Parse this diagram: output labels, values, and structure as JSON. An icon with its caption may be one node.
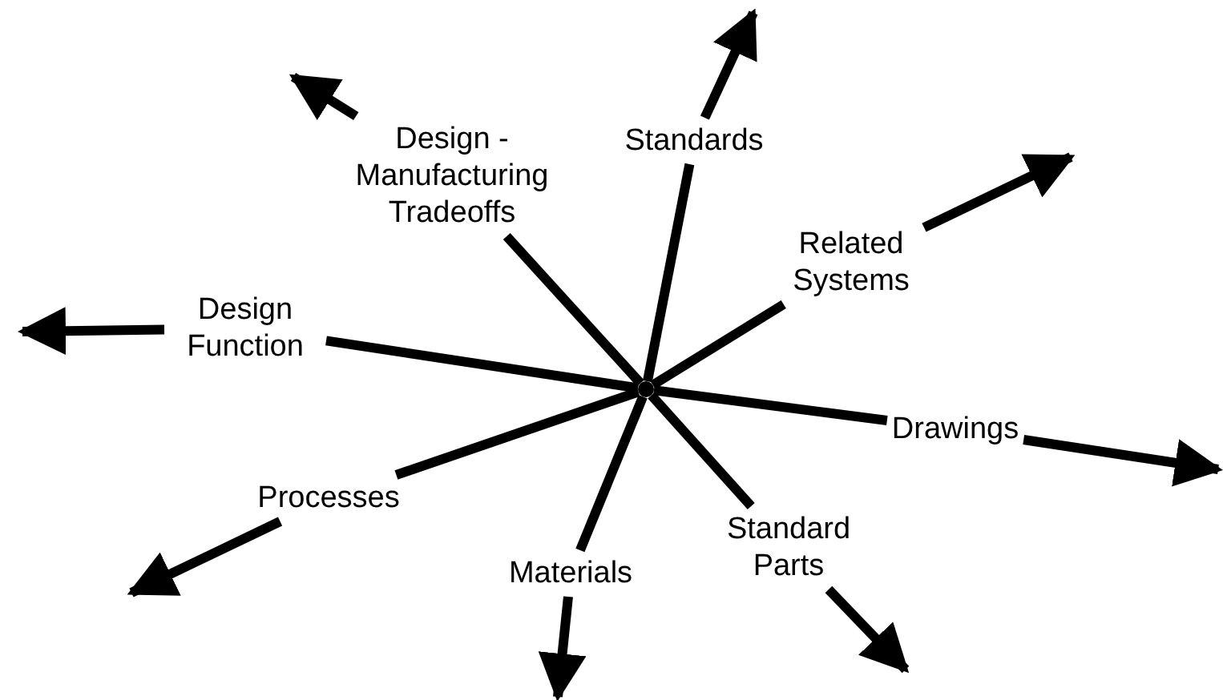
{
  "diagram": {
    "nodes": [
      {
        "text": [],
        "shape": "point"
      },
      {
        "text": [
          "Design - Manufacturing Tradeoffs"
        ]
      },
      {
        "text": [
          "Standards"
        ]
      },
      {
        "text": [
          "Related Systems"
        ]
      },
      {
        "text": [
          "Design Function"
        ]
      },
      {
        "text": [
          "Drawings"
        ]
      },
      {
        "text": [
          "Processes"
        ]
      },
      {
        "text": [
          "Materials"
        ]
      },
      {
        "text": [
          "Standard Parts"
        ]
      }
    ],
    "edges": [
      {
        "from": 0,
        "to": 1,
        "arrow": "none"
      },
      {
        "from": 1,
        "to": null,
        "arrow": "to"
      },
      {
        "from": 0,
        "to": 2,
        "arrow": "none"
      },
      {
        "from": 2,
        "to": null,
        "arrow": "to"
      },
      {
        "from": 0,
        "to": 3,
        "arrow": "none"
      },
      {
        "from": 3,
        "to": null,
        "arrow": "to"
      },
      {
        "from": 0,
        "to": 4,
        "arrow": "none"
      },
      {
        "from": 4,
        "to": null,
        "arrow": "to"
      },
      {
        "from": 0,
        "to": 5,
        "arrow": "none"
      },
      {
        "from": 5,
        "to": null,
        "arrow": "to"
      },
      {
        "from": 0,
        "to": 6,
        "arrow": "none"
      },
      {
        "from": 6,
        "to": null,
        "arrow": "to"
      },
      {
        "from": 0,
        "to": 7,
        "arrow": "none"
      },
      {
        "from": 7,
        "to": null,
        "arrow": "to"
      },
      {
        "from": 0,
        "to": 8,
        "arrow": "none"
      },
      {
        "from": 8,
        "to": null,
        "arrow": "to"
      }
    ]
  }
}
